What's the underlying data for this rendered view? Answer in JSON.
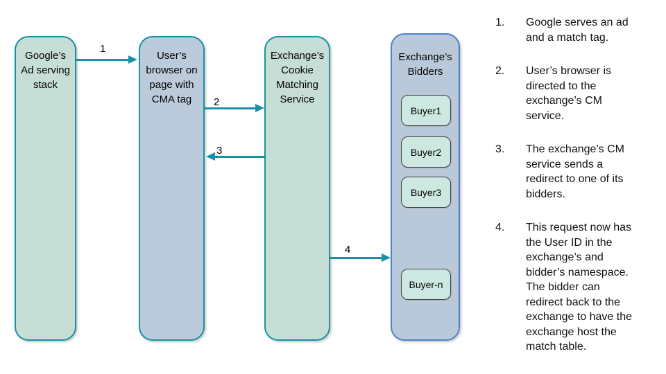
{
  "diagram": {
    "columns": [
      {
        "id": "google-ad-serving-stack",
        "title": "Google’s\nAd serving\nstack"
      },
      {
        "id": "user-browser",
        "title": "User’s\nbrowser on\npage with\nCMA tag"
      },
      {
        "id": "cookie-matching-service",
        "title": "Exchange’s\nCookie\nMatching\nService"
      },
      {
        "id": "exchange-bidders",
        "title": "Exchange’s\nBidders",
        "buyers": [
          "Buyer1",
          "Buyer2",
          "Buyer3",
          "Buyer-n"
        ]
      }
    ],
    "arrows": [
      {
        "label": "1",
        "from": "google-ad-serving-stack",
        "to": "user-browser",
        "direction": "right"
      },
      {
        "label": "2",
        "from": "user-browser",
        "to": "cookie-matching-service",
        "direction": "right"
      },
      {
        "label": "3",
        "from": "cookie-matching-service",
        "to": "user-browser",
        "direction": "left"
      },
      {
        "label": "4",
        "from": "cookie-matching-service",
        "to": "exchange-bidders",
        "direction": "right"
      }
    ]
  },
  "legend": {
    "items": [
      {
        "num": "1.",
        "text": "Google serves an ad\nand a match tag."
      },
      {
        "num": "2.",
        "text": "User’s browser is\ndirected to the\nexchange’s CM\nservice."
      },
      {
        "num": "3.",
        "text": "The exchange’s CM\nservice sends a\nredirect to one of its\nbidders."
      },
      {
        "num": "4.",
        "text": "This request now has\nthe User ID in the\nexchange’s and\nbidder’s namespace.\nThe bidder can\nredirect back to the\nexchange to have the\nexchange host the\nmatch table."
      }
    ]
  },
  "colors": {
    "arrow_teal": "#1791a5",
    "mint_fill": "#c7ded6",
    "blue_fill": "#bccbdb",
    "bidders_fill": "#b9c9d9",
    "bidders_border": "#4a84c8",
    "buyer_fill": "#cde8e1",
    "buyer_border": "#3f3f3f",
    "text": "#000000"
  }
}
